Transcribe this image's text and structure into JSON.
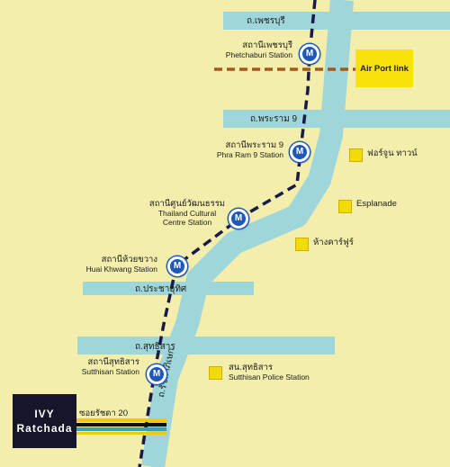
{
  "roads": {
    "phetchaburi": "ถ.เพชรบุรี",
    "rama9": "ถ.พระราม 9",
    "pracharat": "ถ.ประชาอุทิศ",
    "suthisan": "ถ.สุทธิสาร",
    "ratchadaphisek": "ถ.รัชดาภิเษก",
    "soi_ratchada_20": "ซอยรัชดา 20"
  },
  "stations": [
    {
      "th": "สถานีเพชรบุรี",
      "en": "Phetchaburi Station"
    },
    {
      "th": "สถานีพระราม 9",
      "en": "Phra Ram 9 Station"
    },
    {
      "th": "สถานีศูนย์วัฒนธรรม",
      "en": "Thailand Cultural",
      "en2": "Centre Station"
    },
    {
      "th": "สถานีห้วยขวาง",
      "en": "Huai Khwang Station"
    },
    {
      "th": "สถานีสุทธิสาร",
      "en": "Sutthisan Station"
    }
  ],
  "metro_symbol": "M",
  "airport_link": "Air Port link",
  "places": [
    {
      "name": "ฟอร์จูน ทาวน์"
    },
    {
      "name": "Esplanade"
    },
    {
      "name": "ห้างคาร์ฟูร์"
    },
    {
      "name": "สน.สุทธิสาร",
      "name2": "Sutthisan Police Station"
    }
  ],
  "destination": {
    "line1": "IVY",
    "line2": "Ratchada"
  },
  "colors": {
    "background": "#f3eeab",
    "road": "#9ed6d9",
    "metro_line": "#1a1a4a",
    "metro_icon": "#1f58b8",
    "airport_link": "#a05a1c",
    "poi": "#f1dc0a",
    "destination_box": "#16162a"
  }
}
